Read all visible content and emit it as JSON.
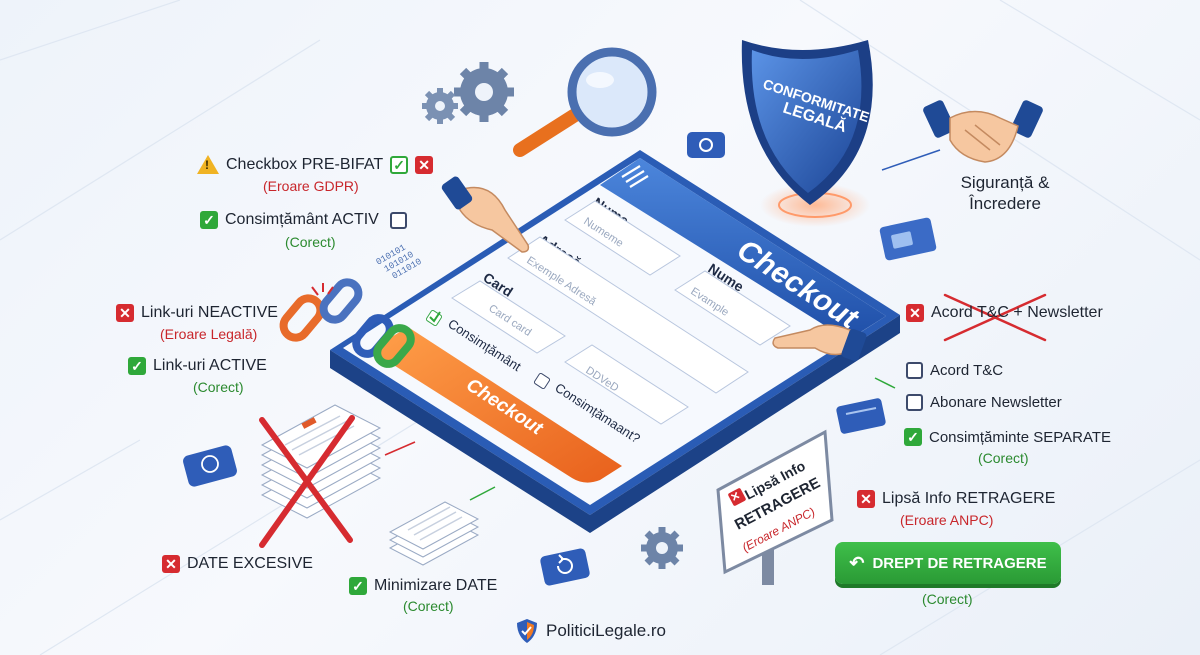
{
  "form": {
    "title": "Checkout",
    "fields": {
      "nume_label": "Nume",
      "nume_placeholder": "Numeme",
      "adresa_label": "Adresă",
      "adresa_placeholder": "Exemple Adresă",
      "nume2_label": "Nume",
      "nume2_placeholder": "Evample",
      "card_label": "Card",
      "card_placeholder": "Card card",
      "cvv_placeholder": "DDVeD",
      "consent1": "Consimțământ",
      "consent2": "Consimțămaant?"
    },
    "button": "Checkout"
  },
  "shield": {
    "line1": "CONFORMITATE",
    "line2": "LEGALĂ"
  },
  "trust": "Siguranță & Încredere",
  "callouts": {
    "prebifat": {
      "label": "Checkbox PRE-BIFAT",
      "sub": "(Eroare GDPR)"
    },
    "activ": {
      "label": "Consimțământ ACTIV",
      "sub": "(Corect)"
    },
    "neactive": {
      "label": "Link-uri NEACTIVE",
      "sub": "(Eroare Legală)"
    },
    "active": {
      "label": "Link-uri ACTIVE",
      "sub": "(Corect)"
    },
    "excesive": {
      "label": "DATE EXCESIVE"
    },
    "minimizare": {
      "label": "Minimizare DATE",
      "sub": "(Corect)"
    },
    "acord_combined": {
      "label": "Acord T&C + Newsletter"
    },
    "acord_tc": {
      "label": "Acord T&C"
    },
    "newsletter": {
      "label": "Abonare Newsletter"
    },
    "separate": {
      "label": "Consimțăminte SEPARATE",
      "sub": "(Corect)"
    },
    "lipsa": {
      "label": "Lipsă Info RETRAGERE",
      "sub": "(Eroare ANPC)"
    },
    "drept": {
      "label": "DREPT DE RETRAGERE",
      "sub": "(Corect)"
    }
  },
  "signpost": {
    "line1": "Lipsă Info",
    "line2": "RETRAGERE",
    "line3": "(Eroare ANPC)"
  },
  "brand": "PoliticiLegale.ro",
  "colors": {
    "error": "#d62b30",
    "correct": "#2fa83a",
    "warning": "#f0b323",
    "primary": "#2f5db8",
    "cta": "#f07a24"
  },
  "icons": [
    "warning-icon",
    "check-icon",
    "x-icon",
    "shield-icon",
    "handshake-icon",
    "gear-icon",
    "magnifier-icon",
    "chain-link-icon",
    "document-stack-icon",
    "undo-icon",
    "logo-icon"
  ]
}
